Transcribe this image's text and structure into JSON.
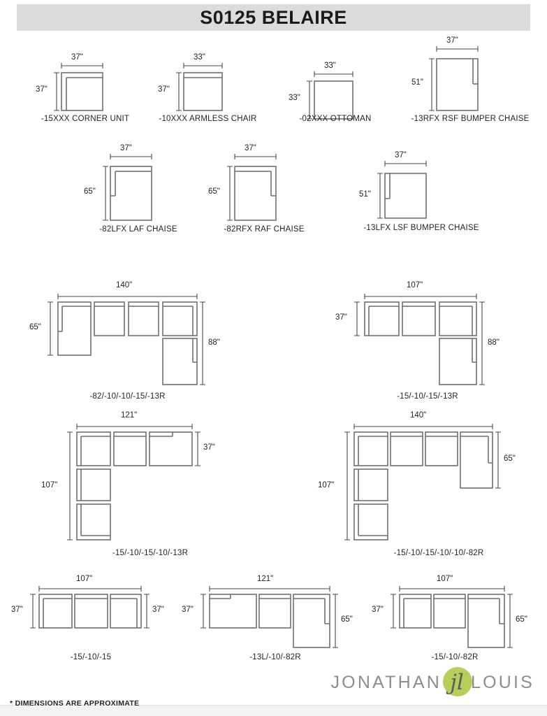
{
  "header": {
    "title": "S0125 BELAIRE"
  },
  "footer": {
    "note": "* DIMENSIONS ARE APPROXIMATE",
    "logo": {
      "word1": "JONATHAN",
      "word2": "LOUIS",
      "monogram": "jl",
      "accent_color": "#b5cf5a"
    }
  },
  "units": [
    {
      "code": "-15XXX CORNER UNIT",
      "width": "37\"",
      "height": "37\""
    },
    {
      "code": "-10XXX ARMLESS CHAIR",
      "width": "33\"",
      "height": "37\""
    },
    {
      "code": "-02XXX OTTOMAN",
      "width": "33\"",
      "height": "33\""
    },
    {
      "code": "-13RFX RSF BUMPER CHAISE",
      "width": "37\"",
      "height": "51\""
    },
    {
      "code": "-82LFX LAF CHAISE",
      "width": "37\"",
      "height": "65\""
    },
    {
      "code": "-82RFX RAF CHAISE",
      "width": "37\"",
      "height": "65\""
    },
    {
      "code": "-13LFX LSF BUMPER CHAISE",
      "width": "37\"",
      "height": "51\""
    }
  ],
  "configurations": [
    {
      "code": "-82/-10/-10/-15/-13R",
      "top": "140\"",
      "left": "65\"",
      "right": "88\""
    },
    {
      "code": "-15/-10/-15/-13R",
      "top": "107\"",
      "left": "37\"",
      "right": "88\""
    },
    {
      "code": "-15/-10/-15/-10/-13R",
      "top": "121\"",
      "left": "107\"",
      "right": "37\""
    },
    {
      "code": "-15/-10/-15/-10/-10/-82R",
      "top": "140\"",
      "left": "107\"",
      "right": "65\""
    },
    {
      "code": "-15/-10/-15",
      "top": "107\"",
      "left": "37\"",
      "right": "37\""
    },
    {
      "code": "-13L/-10/-82R",
      "top": "121\"",
      "left": "37\"",
      "right": "65\""
    },
    {
      "code": "-15/-10/-82R",
      "top": "107\"",
      "left": "37\"",
      "right": "65\""
    }
  ]
}
